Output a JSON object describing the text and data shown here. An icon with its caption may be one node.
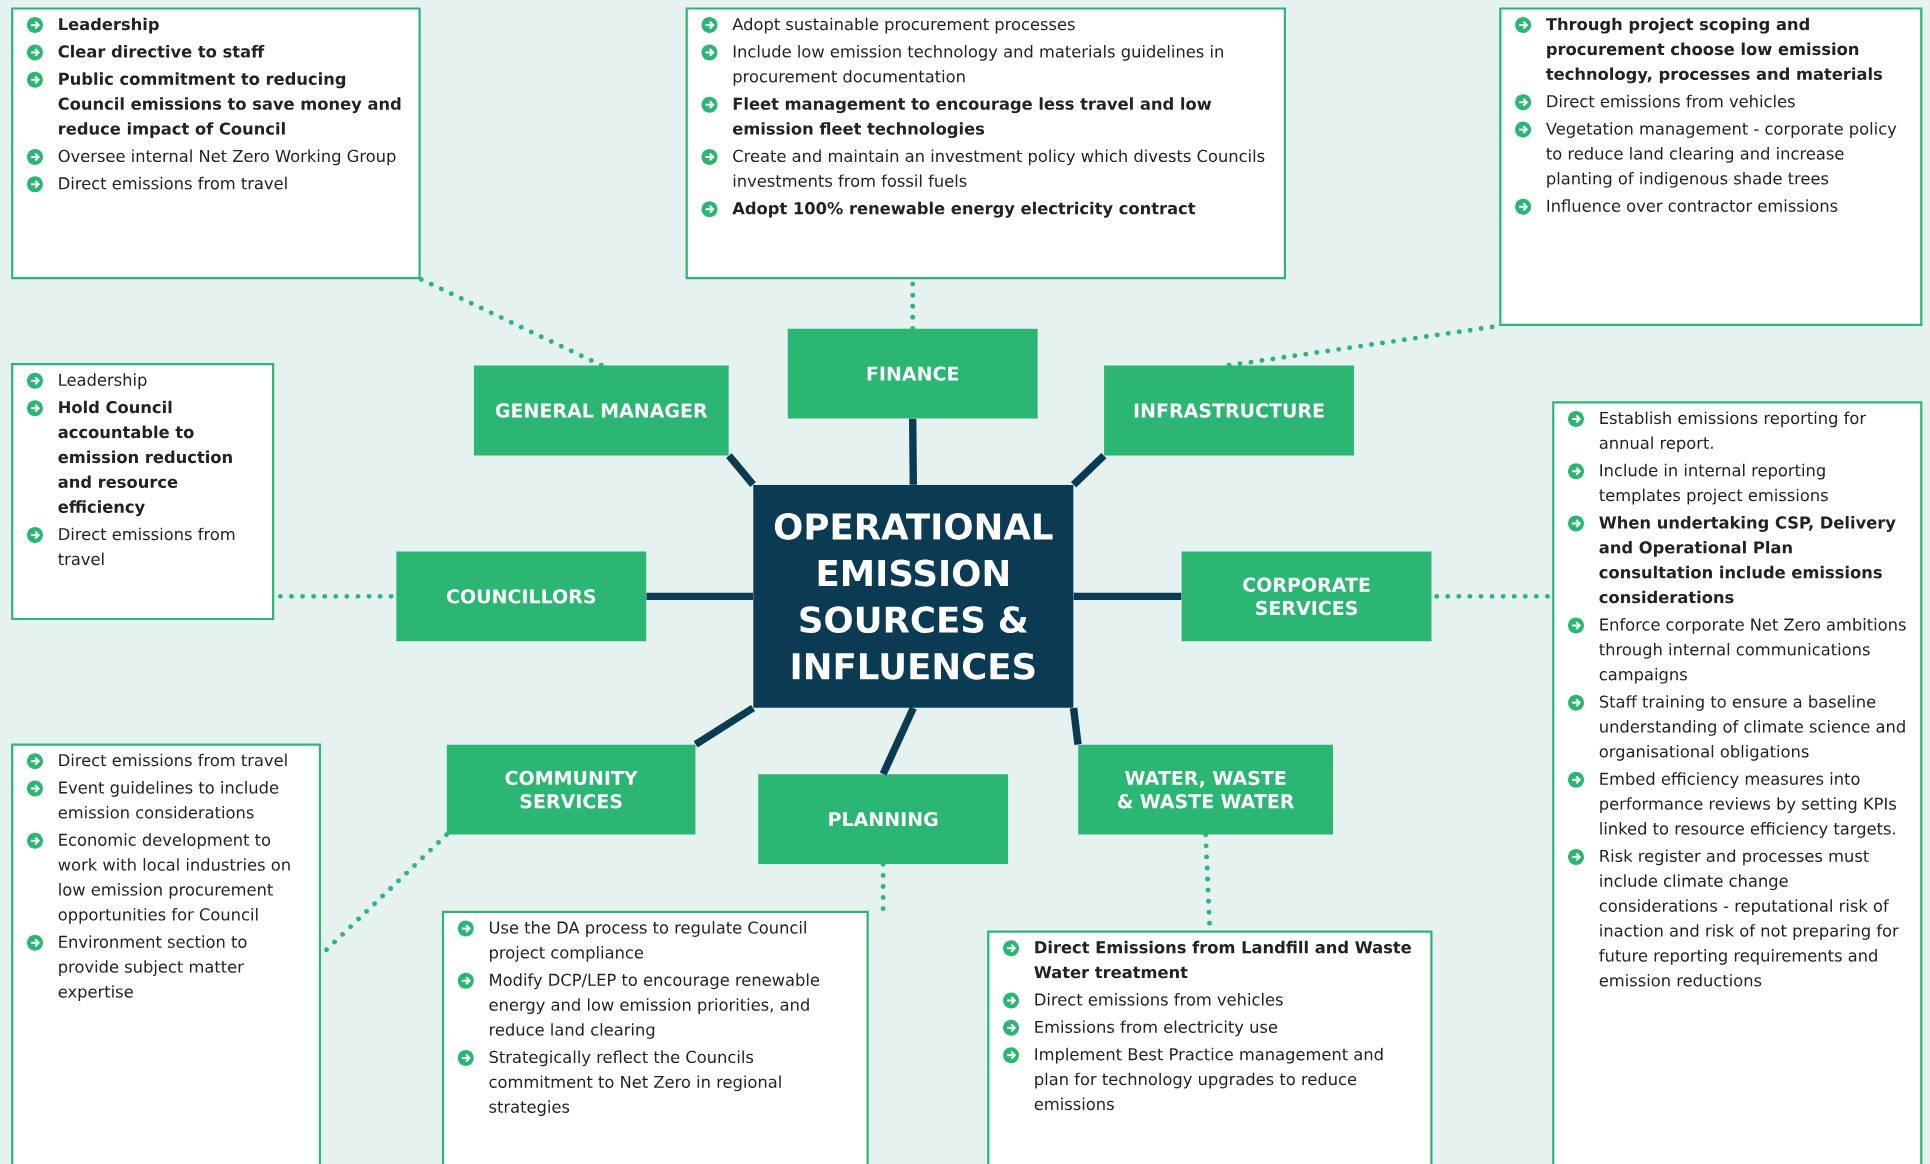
{
  "diagram": {
    "nodes": [
      {
        "text": [
          "OPERATIONAL EMISSION SOURCES & INFLUENCES"
        ]
      },
      {
        "text": [
          "GENERAL MANAGER"
        ]
      },
      {
        "text": [
          "FINANCE"
        ]
      },
      {
        "text": [
          "INFRASTRUCTURE"
        ]
      },
      {
        "text": [
          "COUNCILLORS"
        ]
      },
      {
        "text": [
          "CORPORATE SERVICES"
        ]
      },
      {
        "text": [
          "COMMUNITY SERVICES"
        ]
      },
      {
        "text": [
          "PLANNING"
        ]
      },
      {
        "text": [
          "WATER, WASTE & WASTE WATER"
        ]
      },
      {
        "text": [
          "**Leadership**",
          "**Clear directive to staff**",
          "**Public commitment to reducing Council emissions to save money and reduce impact of Council**",
          "Oversee internal Net Zero Working Group",
          "Direct emissions from travel"
        ]
      },
      {
        "text": [
          "Adopt sustainable procurement processes",
          "Include low emission technology and materials guidelines in procurement documentation",
          "**Fleet management to encourage less travel and low emission fleet technologies**",
          "Create and maintain an investment policy which divests Councils investments from fossil fuels",
          "**Adopt 100% renewable energy electricity contract**"
        ]
      },
      {
        "text": [
          "**Through project scoping and procurement choose low emission technology, processes and materials**",
          "Direct emissions from vehicles",
          "Vegetation management - corporate policy to reduce land clearing and increase planting of indigenous shade trees",
          "Influence over contractor emissions"
        ]
      },
      {
        "text": [
          "Leadership",
          "**Hold Council accountable to emission reduction and resource efficiency**",
          "Direct emissions from travel"
        ]
      },
      {
        "text": [
          "Establish emissions reporting for annual report.",
          "Include in internal reporting templates project emissions",
          "**When undertaking CSP, Delivery and Operational Plan consultation include emissions considerations**",
          "Enforce corporate Net Zero ambitions through internal communications campaigns",
          "Staff training to ensure a baseline understanding of climate science and organisational obligations",
          "Embed efficiency measures into performance reviews by setting KPIs linked to resource efficiency targets.",
          "Risk register and processes must include climate change considerations - reputational risk of inaction and risk of not preparing for future reporting requirements and emission reductions"
        ]
      },
      {
        "text": [
          "Direct emissions from travel",
          "Event guidelines to include emission considerations",
          "Economic development to work with local industries on low emission procurement opportunities for Council",
          "Environment section to provide subject matter expertise"
        ]
      },
      {
        "text": [
          "Use the DA process to regulate Council project compliance",
          "Modify DCP/LEP to encourage renewable energy and low emission priorities, and reduce land clearing",
          "Strategically reflect the Councils commitment to Net Zero in regional strategies"
        ]
      },
      {
        "text": [
          "**Direct Emissions from Landfill and Waste Water treatment**",
          "Direct emissions from vehicles",
          "Emissions from electricity use",
          "Implement Best Practice management and plan for technology upgrades to reduce emissions"
        ]
      }
    ],
    "edges": [
      {
        "from": 0,
        "to": 1,
        "arrow": "none"
      },
      {
        "from": 0,
        "to": 2,
        "arrow": "none"
      },
      {
        "from": 0,
        "to": 3,
        "arrow": "none"
      },
      {
        "from": 0,
        "to": 4,
        "arrow": "none"
      },
      {
        "from": 0,
        "to": 5,
        "arrow": "none"
      },
      {
        "from": 0,
        "to": 6,
        "arrow": "none"
      },
      {
        "from": 0,
        "to": 7,
        "arrow": "none"
      },
      {
        "from": 0,
        "to": 8,
        "arrow": "none"
      },
      {
        "from": 1,
        "to": 9,
        "arrow": "none",
        "style": "dashed",
        "color": "#2bb673"
      },
      {
        "from": 2,
        "to": 10,
        "arrow": "none",
        "style": "dashed",
        "color": "#2bb673"
      },
      {
        "from": 3,
        "to": 11,
        "arrow": "none",
        "style": "dashed",
        "color": "#2bb673"
      },
      {
        "from": 4,
        "to": 12,
        "arrow": "none",
        "style": "dashed",
        "color": "#2bb673"
      },
      {
        "from": 5,
        "to": 13,
        "arrow": "none",
        "style": "dashed",
        "color": "#2bb673"
      },
      {
        "from": 6,
        "to": 14,
        "arrow": "none",
        "style": "dashed",
        "color": "#2bb673"
      },
      {
        "from": 7,
        "to": 15,
        "arrow": "none",
        "style": "dashed",
        "color": "#2bb673"
      },
      {
        "from": 8,
        "to": 16,
        "arrow": "none",
        "style": "dashed",
        "color": "#2bb673"
      }
    ]
  }
}
